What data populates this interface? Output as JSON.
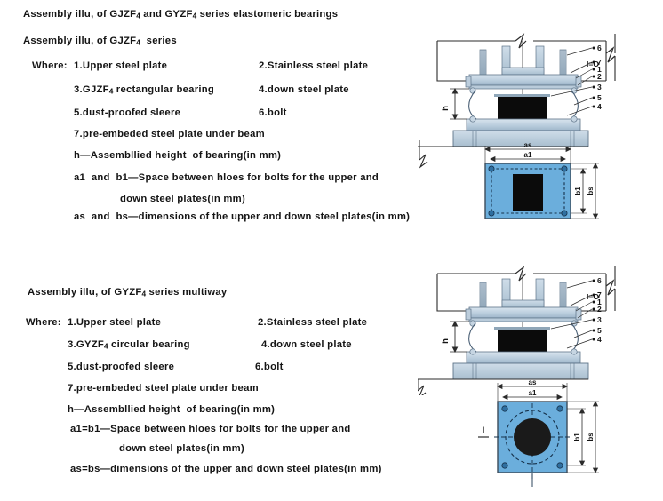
{
  "document": {
    "title": "Assembly illu, of GJZF4 and GYZF4 series elastomeric bearings",
    "background_color": "#ffffff",
    "text_color": "#141414"
  },
  "colors": {
    "plate_blue": "#6BAEDC",
    "plate_blue_dark": "#4E93C4",
    "steel_light": "#C9D7E4",
    "steel_mid": "#AEC2D4",
    "steel_dark": "#8CA3B8",
    "bearing_black": "#0B0B0B",
    "line": "#2b2b2b"
  },
  "section1": {
    "heading": "Assembly illu, of GJZF4 series",
    "where_label": "Where:",
    "items": [
      {
        "left": "1.Upper steel plate",
        "right": "2.Stainless steel plate"
      },
      {
        "left": "3.GJZF4 rectangular bearing",
        "right": "4.down steel plate"
      },
      {
        "left": "5.dust-proofed sleere",
        "right": "6.bolt"
      }
    ],
    "item7": "7.pre-embeded steel plate under beam",
    "notes": [
      "h—Assembllied height  of bearing(in mm)",
      "a1  and  b1—Space between hloes for bolts for the upper and",
      "down steel plates(in mm)",
      "as  and  bs—dimensions of the upper and down steel plates(in mm)"
    ]
  },
  "section2": {
    "heading": "Assembly illu, of GYZF4 series multiway",
    "where_label": "Where:",
    "items": [
      {
        "left": "1.Upper steel plate",
        "right": "2.Stainless steel plate"
      },
      {
        "left": "3.GYZF4 circular bearing",
        "right": "4.down steel plate"
      },
      {
        "left": "5.dust-proofed sleere",
        "right": "6.bolt"
      }
    ],
    "item7": "7.pre-embeded steel plate under beam",
    "notes": [
      "h—Assembllied height  of bearing(in mm)",
      "a1=b1—Space between hloes for bolts for the upper and",
      "down steel plates(in mm)",
      "as=bs—dimensions of the upper and down steel plates(in mm)"
    ]
  },
  "drawing_elevation": {
    "name": "bearing-assembly-elevation",
    "callouts": [
      "6",
      "7",
      "1",
      "2",
      "3",
      "5",
      "4"
    ],
    "slope_label": "I=0",
    "height_label": "h",
    "width_label": "as"
  },
  "drawing_plan_rect": {
    "name": "rectangular-bearing-plan",
    "dim_top_outer": "as",
    "dim_top_inner": "a1",
    "dim_right_inner": "b1",
    "dim_right_outer": "bs"
  },
  "drawing_plan_circ": {
    "name": "circular-bearing-plan",
    "dim_top_outer": "as",
    "dim_top_inner": "a1",
    "dim_right_inner": "b1",
    "dim_right_outer": "bs",
    "axis_label": "I"
  }
}
